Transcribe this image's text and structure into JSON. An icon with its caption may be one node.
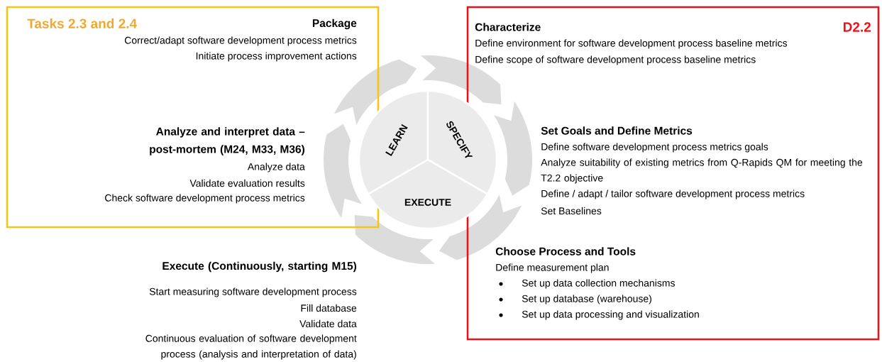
{
  "diagram": {
    "nodes": [
      {
        "text": [
          "Tasks 2.3 and 2.4"
        ]
      },
      {
        "text": [
          "D2.2"
        ]
      },
      {
        "text": [
          "LEARN"
        ]
      },
      {
        "text": [
          "SPECIFY"
        ]
      },
      {
        "text": [
          "EXECUTE"
        ]
      }
    ],
    "labels": [
      "Package",
      "Correct/adapt software development process metrics",
      "Initiate process improvement actions",
      "Characterize",
      "Define environment for software development process baseline metrics",
      "Define scope of software development process baseline metrics",
      "Analyze and interpret data – post-mortem (M24, M33, M36)",
      "Analyze data",
      "Validate evaluation results",
      "Check software development process metrics",
      "Set Goals and Define Metrics",
      "Define software development process metrics goals",
      "Analyze suitability of existing metrics from Q-Rapids QM for meeting the T2.2 objective",
      "Define / adapt / tailor software development process metrics",
      "Set Baselines",
      "Choose Process and Tools",
      "Define measurement plan",
      "Set up data collection mechanisms",
      "Set up database (warehouse)",
      "Set up data processing and visualization",
      "Execute (Continuously, starting M15)",
      "Start measuring software development process",
      "Fill database",
      "Validate data",
      "Continuous evaluation of software development process (analysis and interpretation of data)"
    ]
  }
}
